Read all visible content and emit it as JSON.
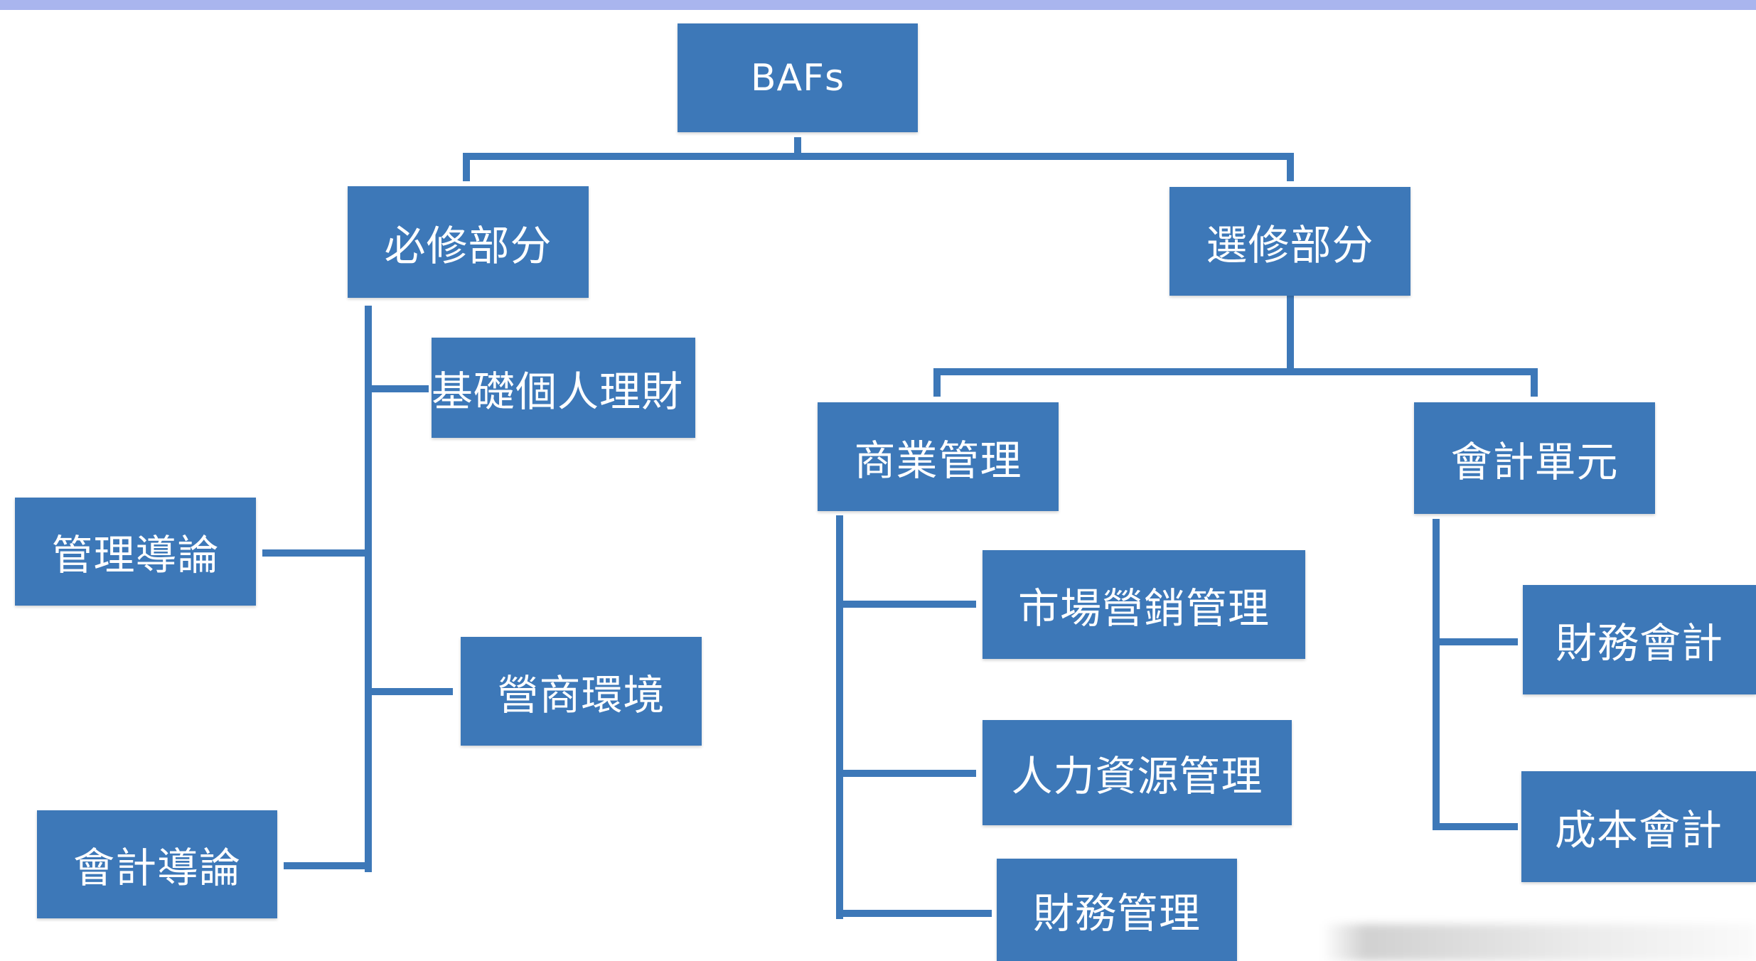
{
  "diagram": {
    "root": "BAFs",
    "branches": [
      {
        "label": "必修部分",
        "children": [
          "基礎個人理財",
          "管理導論",
          "營商環境",
          "會計導論"
        ]
      },
      {
        "label": "選修部分",
        "children": [
          {
            "label": "商業管理",
            "children": [
              "市場營銷管理",
              "人力資源管理",
              "財務管理"
            ]
          },
          {
            "label": "會計單元",
            "children": [
              "財務會計",
              "成本會計"
            ]
          }
        ]
      }
    ]
  },
  "colors": {
    "node_fill": "#3d78b8",
    "connector": "#3d78b8",
    "node_text": "#ffffff",
    "top_bar": "#a9b5ee"
  }
}
